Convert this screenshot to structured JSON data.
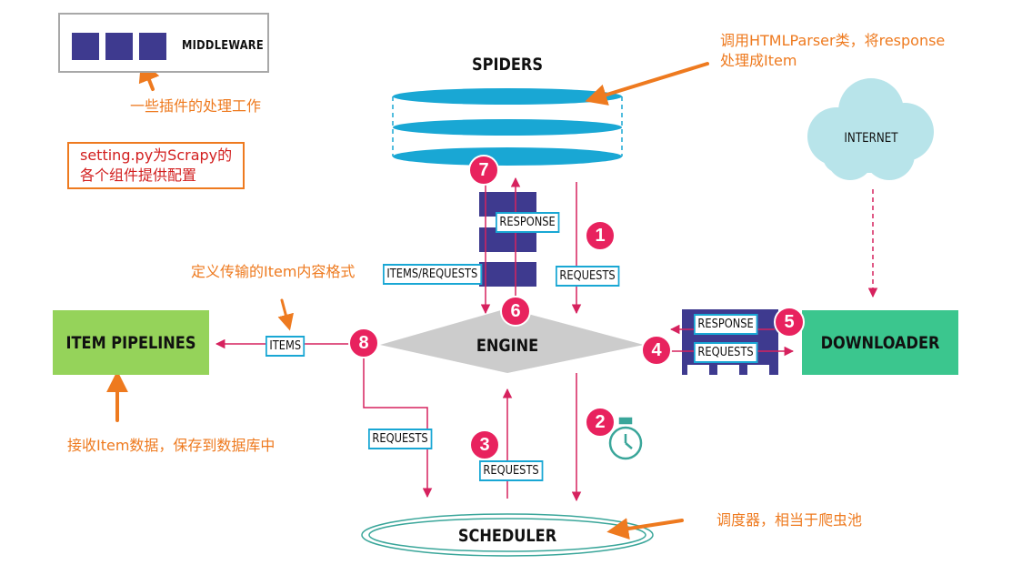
{
  "legend": {
    "label": "MIDDLEWARE"
  },
  "components": {
    "spiders": "SPIDERS",
    "internet": "INTERNET",
    "engine": "ENGINE",
    "item_pipelines": "ITEM PIPELINES",
    "downloader": "DOWNLOADER",
    "scheduler": "SCHEDULER"
  },
  "flow_labels": {
    "response_spider": "RESPONSE",
    "items_requests": "ITEMS/REQUESTS",
    "requests_spider": "REQUESTS",
    "response_downloader": "RESPONSE",
    "requests_downloader": "REQUESTS",
    "items": "ITEMS",
    "requests_to_scheduler": "REQUESTS",
    "requests_from_scheduler": "REQUESTS"
  },
  "steps": [
    "1",
    "2",
    "3",
    "4",
    "5",
    "6",
    "7",
    "8"
  ],
  "annotations": {
    "middleware_note": "一些插件的处理工作",
    "settings_line1": "setting.py为Scrapy的",
    "settings_line2": "各个组件提供配置",
    "spider_note_line1": "调用HTMLParser类，将response",
    "spider_note_line2": "处理成Item",
    "item_format_note": "定义传输的Item内容格式",
    "pipeline_note": "接收Item数据，保存到数据库中",
    "scheduler_note": "调度器，相当于爬虫池"
  },
  "colors": {
    "middleware": "#3e3a8f",
    "flow_arrow": "#d6225e",
    "step_badge": "#e8225e",
    "label_border": "#19a7d4",
    "annotation": "#ee7a1f",
    "settings_text": "#d21e1e",
    "engine": "#cccccc",
    "item_pipelines": "#95d35a",
    "downloader": "#3bc68e",
    "spiders": "#19a7d4",
    "internet_cloud": "#b8e4ea",
    "scheduler_ring": "#3aa69a"
  },
  "icons": {
    "timer": "stopwatch-icon"
  }
}
